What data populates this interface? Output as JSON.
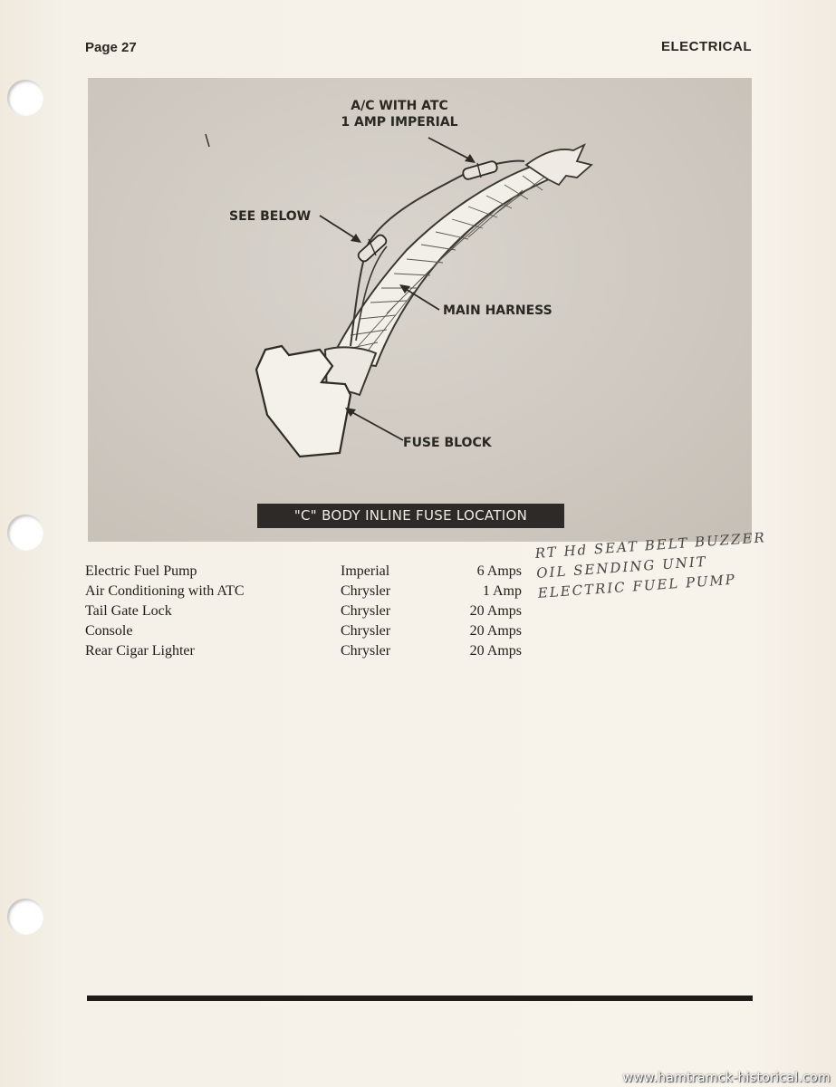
{
  "header": {
    "page_number": "Page 27",
    "section_title": "ELECTRICAL"
  },
  "figure": {
    "callouts": {
      "ac_line1": "A/C WITH ATC",
      "ac_line2": "1 AMP IMPERIAL",
      "see_below": "SEE BELOW",
      "main_harness": "MAIN HARNESS",
      "fuse_block": "FUSE BLOCK"
    },
    "caption": "\"C\" BODY INLINE FUSE LOCATION"
  },
  "fuse_table": {
    "rows": [
      {
        "circuit": "Electric Fuel Pump",
        "model": "Imperial",
        "rating": "6 Amps"
      },
      {
        "circuit": "Air Conditioning with ATC",
        "model": "Chrysler",
        "rating": "1 Amp"
      },
      {
        "circuit": "Tail Gate Lock",
        "model": "Chrysler",
        "rating": "20 Amps"
      },
      {
        "circuit": "Console",
        "model": "Chrysler",
        "rating": "20 Amps"
      },
      {
        "circuit": "Rear Cigar Lighter",
        "model": "Chrysler",
        "rating": "20 Amps"
      }
    ]
  },
  "handwritten_note": {
    "line1": "RT Hd SEAT BELT BUZZER",
    "line2": "OIL SENDING UNIT",
    "line3": "ELECTRIC FUEL PUMP"
  },
  "watermark": "www.hamtramck-historical.com"
}
